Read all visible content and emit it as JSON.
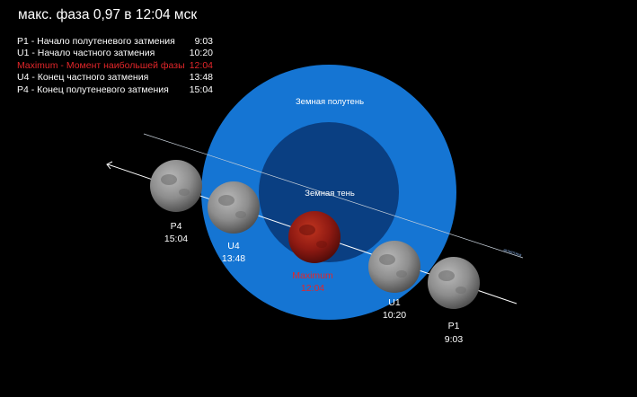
{
  "title": "макс. фаза 0,97 в 12:04 мск",
  "legend": [
    {
      "label": "P1 -  Начало  полутеневого затмения",
      "time": "9:03",
      "color": "#ffffff"
    },
    {
      "label": "U1 -  Начало  частного затмения",
      "time": "10:20",
      "color": "#ffffff"
    },
    {
      "label": "Maximum  - Момент наибольшей фазы",
      "time": "12:04",
      "color": "#e3262a"
    },
    {
      "label": "U4 - Конец частного затмения",
      "time": "13:48",
      "color": "#ffffff"
    },
    {
      "label": "P4 - Конец полутеневого затмения",
      "time": "15:04",
      "color": "#ffffff"
    }
  ],
  "zones": {
    "penumbra": "Земная полутень",
    "umbra": "Земная тень"
  },
  "path_label": "эклиптика",
  "moons": [
    {
      "id": "P4",
      "code": "P4",
      "time": "15:04"
    },
    {
      "id": "U4",
      "code": "U4",
      "time": "13:48"
    },
    {
      "id": "Max",
      "code": "Maximum",
      "time": "12:04"
    },
    {
      "id": "U1",
      "code": "U1",
      "time": "10:20"
    },
    {
      "id": "P1",
      "code": "P1",
      "time": "9:03"
    }
  ],
  "colors": {
    "background": "#000000",
    "penumbra": "#1575d3",
    "umbra": "#0a3f82",
    "maximum_label": "#e3262a",
    "moon_gray": "#8a8a8a",
    "moon_blood": "#9a1c14"
  }
}
